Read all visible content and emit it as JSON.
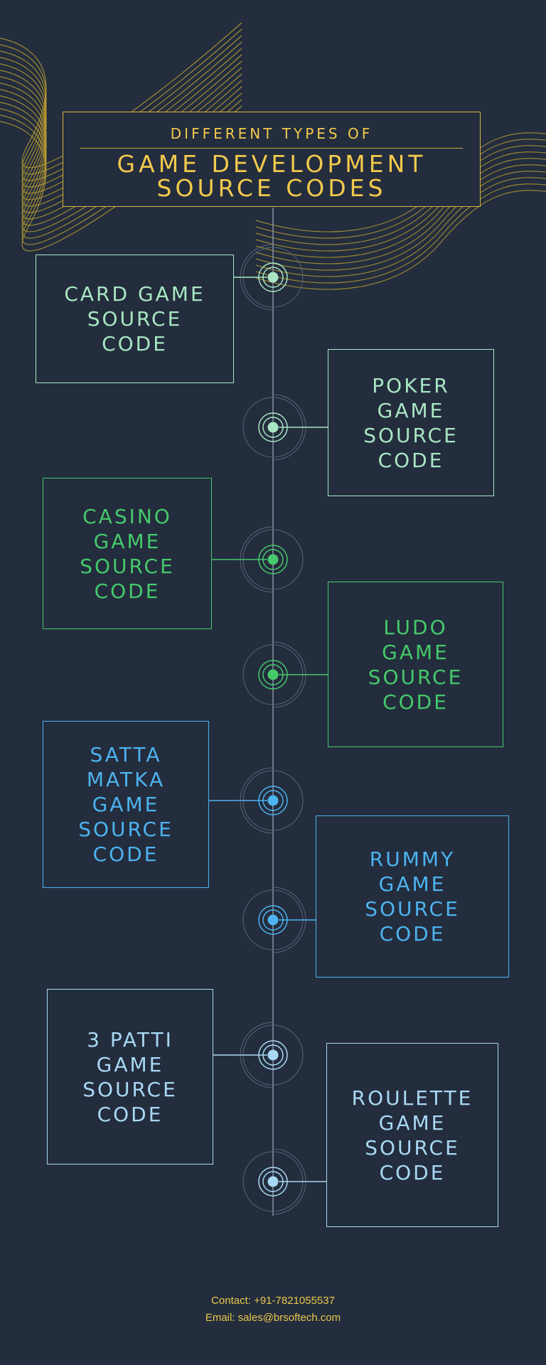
{
  "header": {
    "subtitle": "DIFFERENT TYPES OF",
    "title": "GAME DEVELOPMENT\nSOURCE CODES"
  },
  "colors": {
    "background": "#232d3d",
    "gold": "#f2c94c",
    "mint": "#a8e6c3",
    "green": "#45c96a",
    "blue": "#4db3f0",
    "lightblue": "#a9d8f5",
    "spine": "#8591a3"
  },
  "items": [
    {
      "label": "CARD GAME\nSOURCE\nCODE",
      "color": "mint"
    },
    {
      "label": "POKER\nGAME\nSOURCE\nCODE",
      "color": "mint"
    },
    {
      "label": "CASINO\nGAME\nSOURCE\nCODE",
      "color": "green"
    },
    {
      "label": "LUDO\nGAME\nSOURCE\nCODE",
      "color": "green"
    },
    {
      "label": "SATTA\nMATKA\nGAME\nSOURCE\nCODE",
      "color": "blue"
    },
    {
      "label": "RUMMY\nGAME\nSOURCE\nCODE",
      "color": "blue"
    },
    {
      "label": "3 PATTI\nGAME\nSOURCE\nCODE",
      "color": "lightblue"
    },
    {
      "label": "ROULETTE\nGAME\nSOURCE\nCODE",
      "color": "lightblue"
    }
  ],
  "footer": {
    "contact": "Contact: +91-7821055537",
    "email": "Email: sales@brsoftech.com"
  }
}
